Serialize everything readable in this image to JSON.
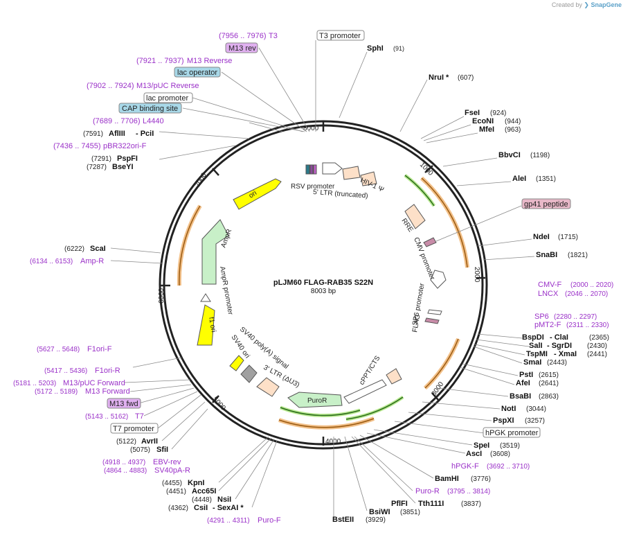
{
  "credit": {
    "prefix": "Created by",
    "brand": "SnapGene"
  },
  "map": {
    "name": "pLJM60 FLAG-RAB35 S22N",
    "length_bp": "8003 bp",
    "total": 8003
  },
  "ticks": [
    "1000",
    "2000",
    "3000",
    "4000",
    "5000",
    "6000",
    "7000",
    "8000"
  ],
  "features": [
    {
      "label": "RSV promoter",
      "color": "#ffffff"
    },
    {
      "label": "5' LTR (truncated)",
      "color": "#fde0c8"
    },
    {
      "label": "HIV-1 Ψ",
      "color": "#fde0c8"
    },
    {
      "label": "RRE",
      "color": "#fde0c8"
    },
    {
      "label": "CMV promoter",
      "color": "#ffffff"
    },
    {
      "label": "SP6 promoter",
      "color": "#ffffff"
    },
    {
      "label": "FLAG",
      "color": "#c88ca8"
    },
    {
      "label": "cPPT/CTS",
      "color": "#fde0c8"
    },
    {
      "label": "PuroR",
      "color": "#c8f0c8"
    },
    {
      "label": "3' LTR (ΔU3)",
      "color": "#fde0c8"
    },
    {
      "label": "SV40 ori",
      "color": "#a0a0a0"
    },
    {
      "label": "SV40 poly(A) signal",
      "color": "#ffff00"
    },
    {
      "label": "f1 ori",
      "color": "#ffff00"
    },
    {
      "label": "AmpR promoter",
      "color": "#ffffff"
    },
    {
      "label": "AmpR",
      "color": "#c8f0c8"
    },
    {
      "label": "ori",
      "color": "#ffff00"
    }
  ],
  "labels": [
    {
      "name": "(7956 .. 7976)",
      "extra": "T3",
      "kind": "primer"
    },
    {
      "name": "T3 promoter",
      "kind": "box"
    },
    {
      "name": "SphI",
      "pos": "(91)",
      "kind": "enzyme"
    },
    {
      "name": "M13 rev",
      "kind": "boxp"
    },
    {
      "name": "(7921 .. 7937)",
      "extra": "M13 Reverse",
      "kind": "primer"
    },
    {
      "name": "lac operator",
      "kind": "boxb"
    },
    {
      "name": "(7902 .. 7924)",
      "extra": "M13/pUC Reverse",
      "kind": "primer"
    },
    {
      "name": "lac promoter",
      "kind": "box"
    },
    {
      "name": "CAP binding site",
      "kind": "boxb"
    },
    {
      "name": "(7689 .. 7706)",
      "extra": "L4440",
      "kind": "primer"
    },
    {
      "name": "AflIII",
      "pos": "(7591)",
      "extra": "- PciI",
      "kind": "enzyme"
    },
    {
      "name": "(7436 .. 7455)",
      "extra": "pBR322ori-F",
      "kind": "primer"
    },
    {
      "name": "PspFI",
      "pos": "(7291)",
      "kind": "enzyme"
    },
    {
      "name": "BseYI",
      "pos": "(7287)",
      "kind": "enzyme"
    },
    {
      "name": "NruI *",
      "pos": "(607)",
      "kind": "enzyme"
    },
    {
      "name": "FseI",
      "pos": "(924)",
      "kind": "enzyme"
    },
    {
      "name": "EcoNI",
      "pos": "(944)",
      "kind": "enzyme"
    },
    {
      "name": "MfeI",
      "pos": "(963)",
      "kind": "enzyme"
    },
    {
      "name": "BbvCI",
      "pos": "(1198)",
      "kind": "enzyme"
    },
    {
      "name": "AleI",
      "pos": "(1351)",
      "kind": "enzyme"
    },
    {
      "name": "gp41 peptide",
      "kind": "boxm"
    },
    {
      "name": "NdeI",
      "pos": "(1715)",
      "kind": "enzyme"
    },
    {
      "name": "SnaBI",
      "pos": "(1821)",
      "kind": "enzyme"
    },
    {
      "name": "CMV-F",
      "pos": "(2000 .. 2020)",
      "kind": "primerR"
    },
    {
      "name": "LNCX",
      "pos": "(2046 .. 2070)",
      "kind": "primerR"
    },
    {
      "name": "SP6",
      "pos": "(2280 .. 2297)",
      "kind": "primerR"
    },
    {
      "name": "pMT2-F",
      "pos": "(2311 .. 2330)",
      "kind": "primerR"
    },
    {
      "name": "BspDI",
      "pos": "- ClaI",
      "extra": "(2365)",
      "kind": "enzymeR"
    },
    {
      "name": "SalI",
      "pos": "- SgrDI",
      "extra": "(2430)",
      "kind": "enzymeR"
    },
    {
      "name": "TspMI",
      "pos": "- XmaI",
      "extra": "(2441)",
      "kind": "enzymeR"
    },
    {
      "name": "SmaI",
      "pos": "(2443)",
      "kind": "enzyme"
    },
    {
      "name": "PstI",
      "pos": "(2615)",
      "kind": "enzyme"
    },
    {
      "name": "AfeI",
      "pos": "(2641)",
      "kind": "enzyme"
    },
    {
      "name": "BsaBI",
      "pos": "(2863)",
      "kind": "enzyme"
    },
    {
      "name": "NotI",
      "pos": "(3044)",
      "kind": "enzyme"
    },
    {
      "name": "PspXI",
      "pos": "(3257)",
      "kind": "enzyme"
    },
    {
      "name": "hPGK promoter",
      "kind": "box"
    },
    {
      "name": "SpeI",
      "pos": "(3519)",
      "kind": "enzyme"
    },
    {
      "name": "AscI",
      "pos": "(3608)",
      "kind": "enzyme"
    },
    {
      "name": "hPGK-F",
      "pos": "(3692 .. 3710)",
      "kind": "primerR"
    },
    {
      "name": "BamHI",
      "pos": "(3776)",
      "kind": "enzyme"
    },
    {
      "name": "Puro-R",
      "pos": "(3795 .. 3814)",
      "kind": "primerR"
    },
    {
      "name": "Tth111I",
      "pos": "(3837)",
      "kind": "enzyme"
    },
    {
      "name": "PflFI",
      "kind": "enzyme"
    },
    {
      "name": "BsiWI",
      "pos": "(3851)",
      "kind": "enzyme"
    },
    {
      "name": "BstEII",
      "pos": "(3929)",
      "kind": "enzyme"
    },
    {
      "name": "ScaI",
      "pos": "(6222)",
      "kind": "enzyme"
    },
    {
      "name": "(6134 .. 6153)",
      "extra": "Amp-R",
      "kind": "primer"
    },
    {
      "name": "(5627 .. 5648)",
      "extra": "F1ori-F",
      "kind": "primer"
    },
    {
      "name": "(5417 .. 5436)",
      "extra": "F1ori-R",
      "kind": "primer"
    },
    {
      "name": "(5181 .. 5203)",
      "extra": "M13/pUC Forward",
      "kind": "primer"
    },
    {
      "name": "(5172 .. 5189)",
      "extra": "M13 Forward",
      "kind": "primer"
    },
    {
      "name": "M13 fwd",
      "kind": "boxp"
    },
    {
      "name": "(5143 .. 5162)",
      "extra": "T7",
      "kind": "primer"
    },
    {
      "name": "T7 promoter",
      "kind": "box"
    },
    {
      "name": "AvrII",
      "pos": "(5122)",
      "kind": "enzyme"
    },
    {
      "name": "SfiI",
      "pos": "(5075)",
      "kind": "enzyme"
    },
    {
      "name": "(4918 .. 4937)",
      "extra": "EBV-rev",
      "kind": "primer"
    },
    {
      "name": "(4864 .. 4883)",
      "extra": "SV40pA-R",
      "kind": "primer"
    },
    {
      "name": "KpnI",
      "pos": "(4455)",
      "kind": "enzyme"
    },
    {
      "name": "Acc65I",
      "pos": "(4451)",
      "kind": "enzyme"
    },
    {
      "name": "NsiI",
      "pos": "(4448)",
      "kind": "enzyme"
    },
    {
      "name": "CsiI",
      "pos": "(4362)",
      "extra": "- SexAI *",
      "kind": "enzyme"
    },
    {
      "name": "(4291 .. 4311)",
      "extra": "Puro-F",
      "kind": "primer"
    }
  ]
}
